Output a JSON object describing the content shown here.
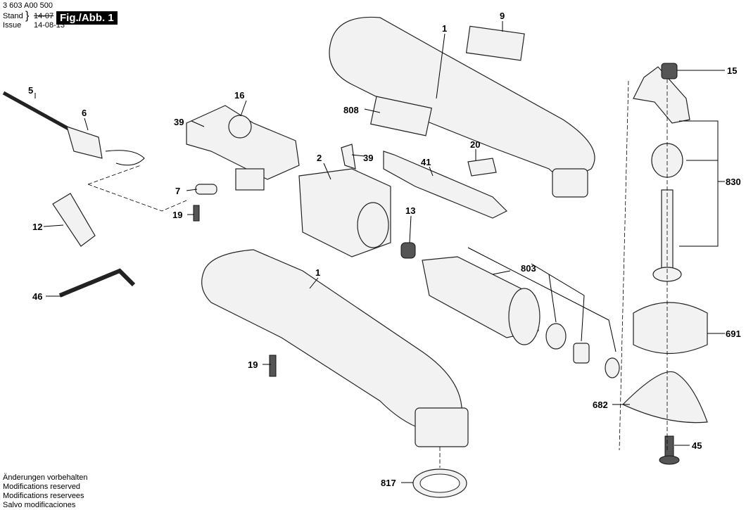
{
  "header": {
    "doc_number": "3 603 A00 500",
    "stand_label": "Stand",
    "issue_label": "Issue",
    "old_date": "14-07",
    "issue_date": "14-08-13",
    "figure_label": "Fig./Abb. 1"
  },
  "notes": [
    "Änderungen vorbehalten",
    "Modifications reserved",
    "Modifications reservees",
    "Salvo modificaciones"
  ],
  "callouts": [
    {
      "id": "1a",
      "text": "1"
    },
    {
      "id": "9",
      "text": "9"
    },
    {
      "id": "808",
      "text": "808"
    },
    {
      "id": "16",
      "text": "16"
    },
    {
      "id": "39a",
      "text": "39"
    },
    {
      "id": "5",
      "text": "5"
    },
    {
      "id": "6",
      "text": "6"
    },
    {
      "id": "2",
      "text": "2"
    },
    {
      "id": "39b",
      "text": "39"
    },
    {
      "id": "20",
      "text": "20"
    },
    {
      "id": "41",
      "text": "41"
    },
    {
      "id": "7",
      "text": "7"
    },
    {
      "id": "19a",
      "text": "19"
    },
    {
      "id": "12",
      "text": "12"
    },
    {
      "id": "13",
      "text": "13"
    },
    {
      "id": "1b",
      "text": "1"
    },
    {
      "id": "803",
      "text": "803"
    },
    {
      "id": "46",
      "text": "46"
    },
    {
      "id": "19b",
      "text": "19"
    },
    {
      "id": "15",
      "text": "15"
    },
    {
      "id": "830",
      "text": "830"
    },
    {
      "id": "691",
      "text": "691"
    },
    {
      "id": "682",
      "text": "682"
    },
    {
      "id": "45",
      "text": "45"
    },
    {
      "id": "817",
      "text": "817"
    }
  ]
}
